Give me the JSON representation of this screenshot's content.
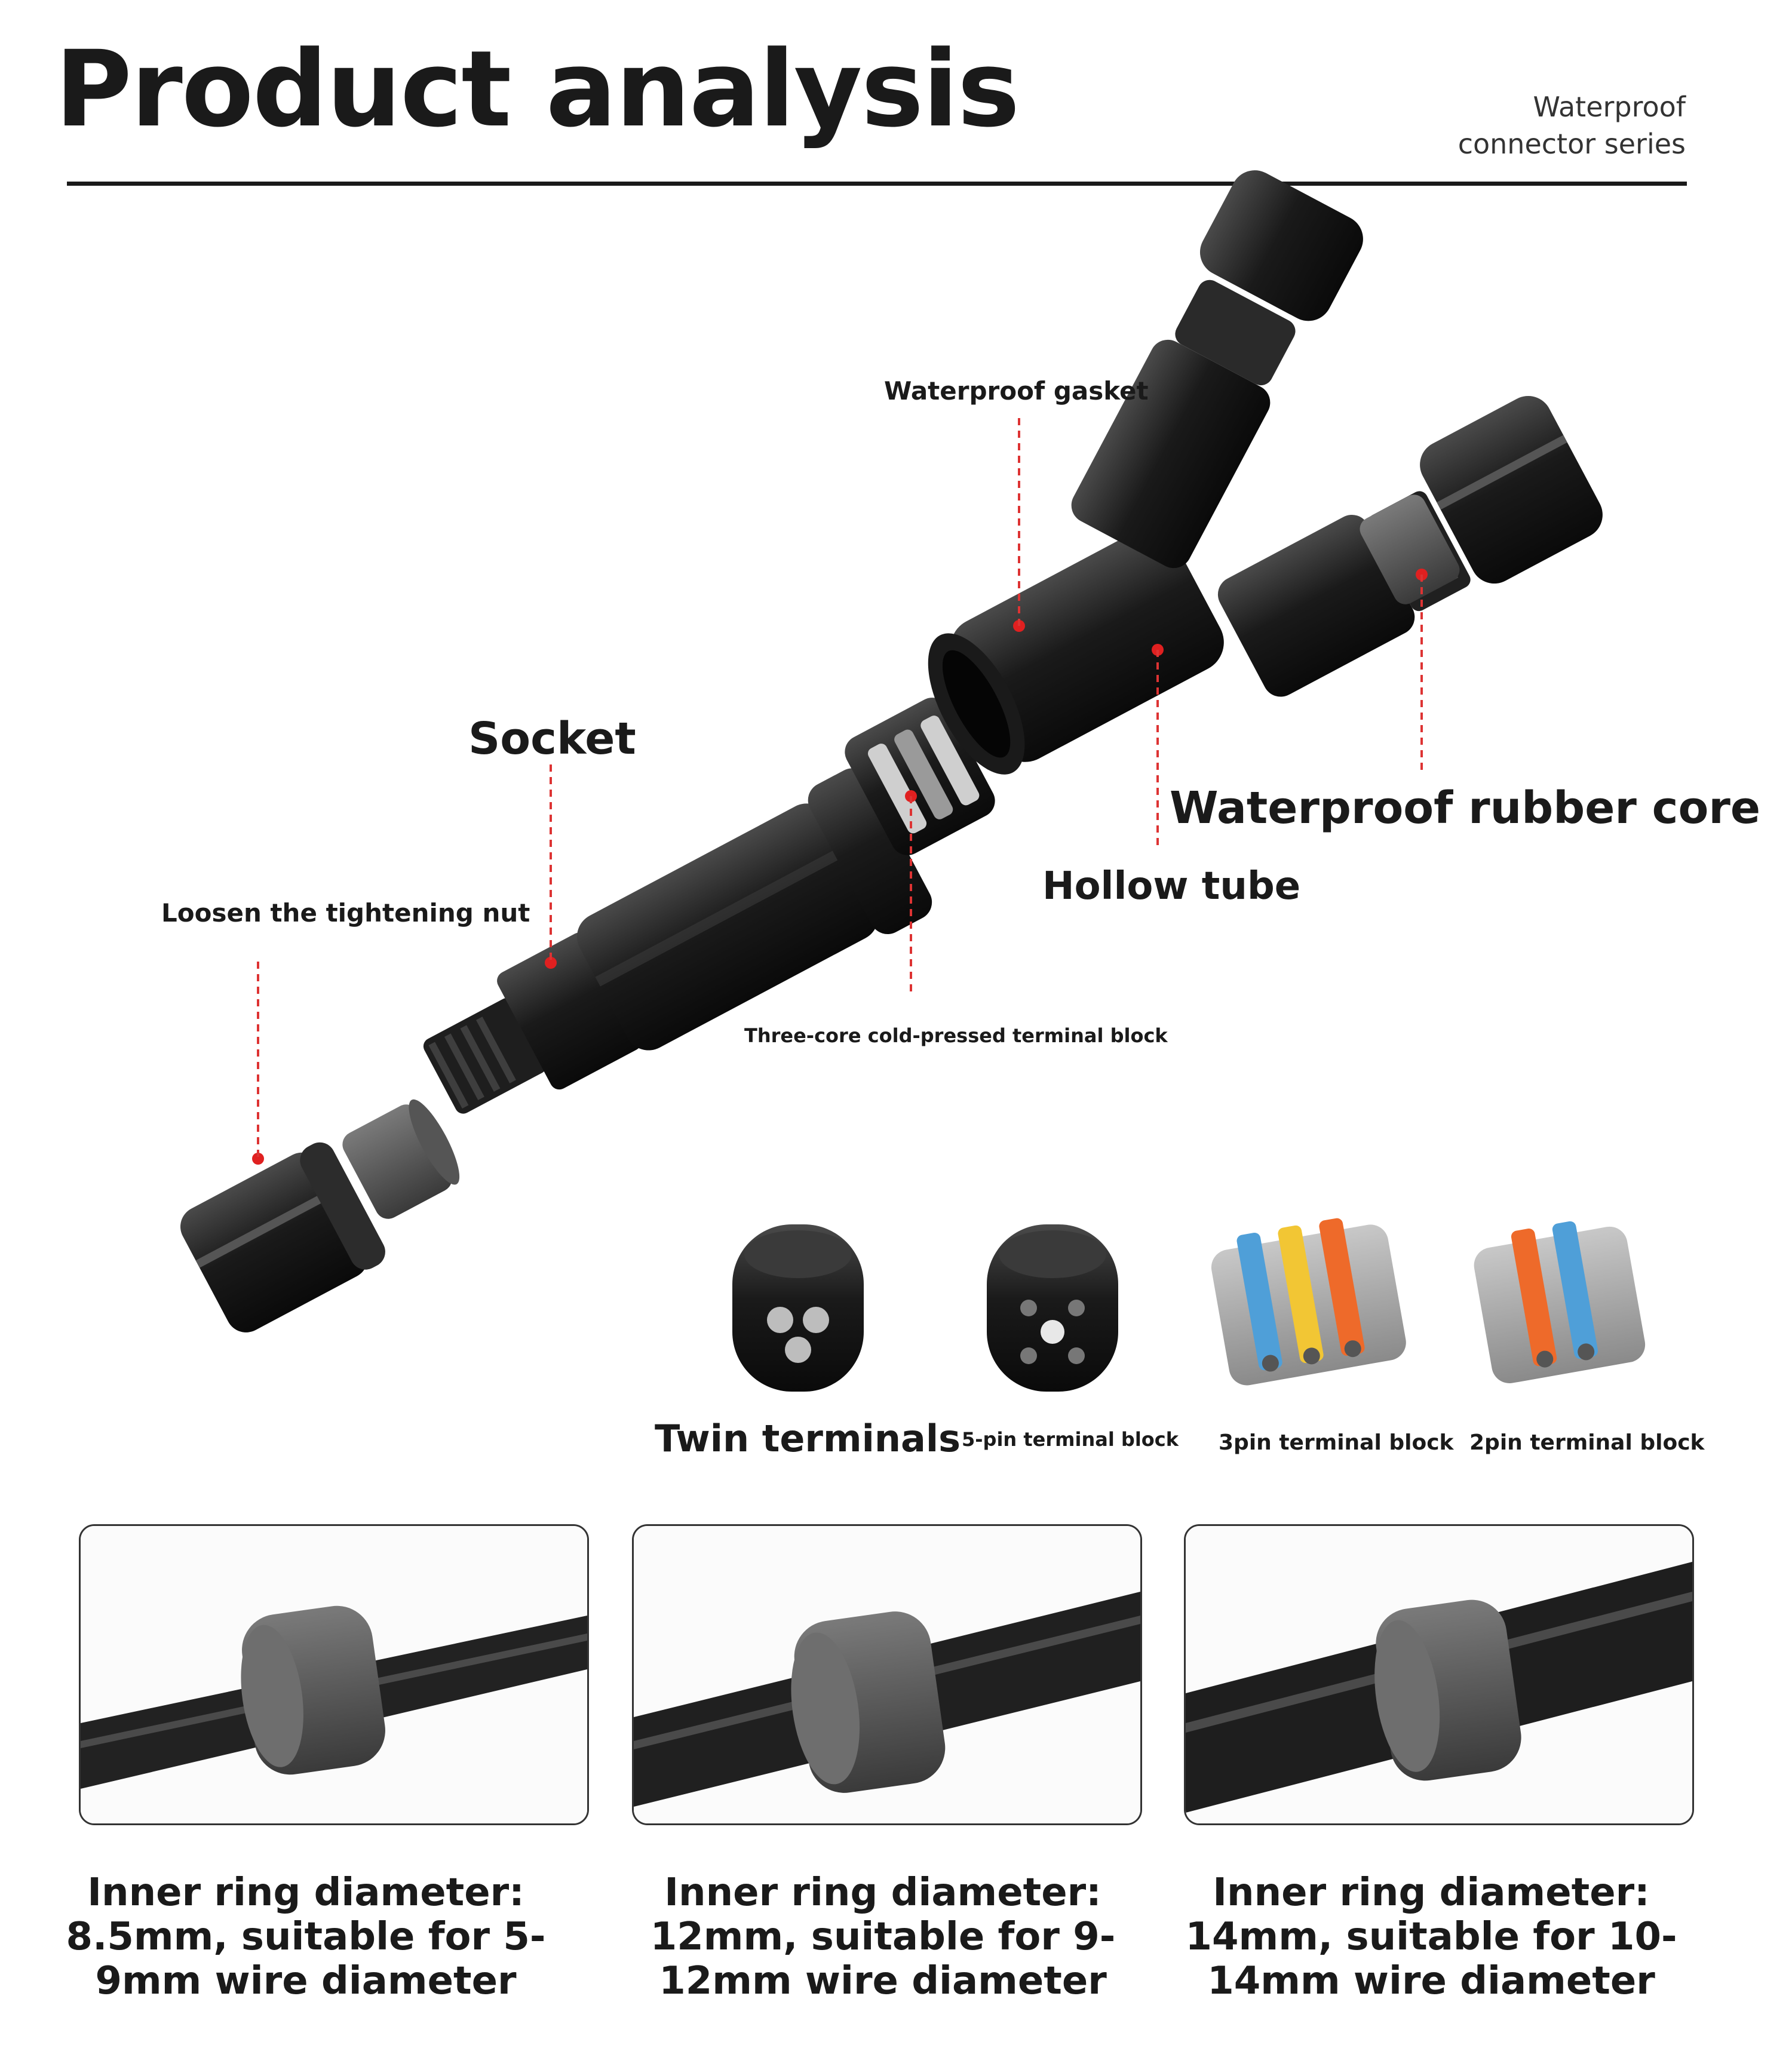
{
  "header": {
    "title": "Product analysis",
    "subtitle_line1": "Waterproof",
    "subtitle_line2": "connector series"
  },
  "callouts": {
    "waterproof_gasket": "Waterproof gasket",
    "socket": "Socket",
    "waterproof_rubber_core": "Waterproof rubber core",
    "hollow_tube": "Hollow tube",
    "loosen_nut": "Loosen the tightening nut",
    "terminal_block": "Three-core cold-pressed terminal block"
  },
  "terminals": {
    "twin": "Twin terminals",
    "five_pin": "5-pin terminal block",
    "three_pin": "3pin terminal block",
    "two_pin": "2pin terminal block"
  },
  "rings": [
    {
      "caption": "Inner ring diameter: 8.5mm, suitable for 5-9mm wire diameter"
    },
    {
      "caption": "Inner ring diameter: 12mm, suitable for 9-12mm wire diameter"
    },
    {
      "caption": "Inner ring diameter: 14mm, suitable for 10-14mm wire diameter"
    }
  ],
  "colors": {
    "accent_red": "#e02020",
    "connector_black": "#1c1c1c",
    "gasket_gray": "#5a5a5a",
    "lever_orange": "#ee6a2a",
    "lever_blue": "#4f9fd8",
    "lever_yellow": "#f2c634"
  }
}
